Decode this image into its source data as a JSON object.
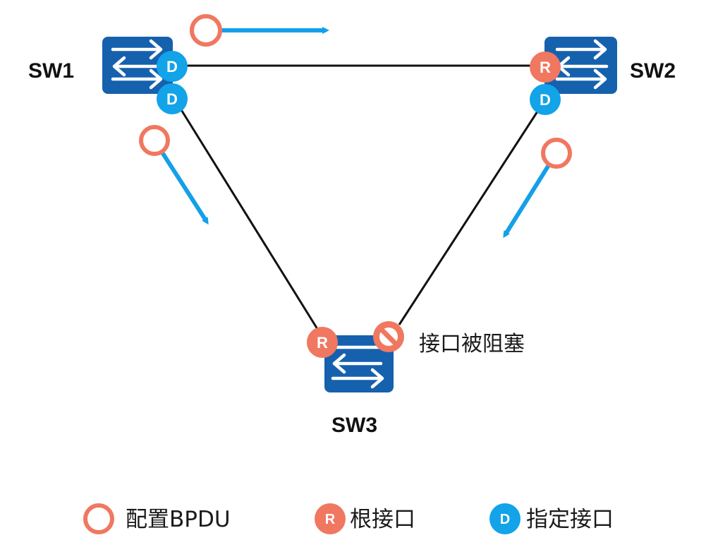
{
  "colors": {
    "switch_fill": "#1561ae",
    "root_port": "#f07860",
    "designated_port": "#12a3e8",
    "bpdu_ring": "#f07860",
    "bpdu_arrow": "#14a0e8",
    "link": "#111111"
  },
  "switches": [
    {
      "id": "sw1",
      "label": "SW1"
    },
    {
      "id": "sw2",
      "label": "SW2"
    },
    {
      "id": "sw3",
      "label": "SW3"
    }
  ],
  "ports": {
    "sw1_to_sw2": {
      "role": "designated",
      "letter": "D"
    },
    "sw1_to_sw3": {
      "role": "designated",
      "letter": "D"
    },
    "sw2_to_sw1": {
      "role": "root",
      "letter": "R"
    },
    "sw2_to_sw3": {
      "role": "designated",
      "letter": "D"
    },
    "sw3_to_sw1": {
      "role": "root",
      "letter": "R"
    },
    "sw3_to_sw2": {
      "role": "blocked",
      "icon": "blocked-icon"
    }
  },
  "links": [
    {
      "from": "SW1",
      "to": "SW2"
    },
    {
      "from": "SW1",
      "to": "SW3"
    },
    {
      "from": "SW2",
      "to": "SW3"
    }
  ],
  "bpdu_flows": [
    {
      "from": "SW1",
      "to": "SW2",
      "label": "Configuration BPDU"
    },
    {
      "from": "SW1",
      "to": "SW3",
      "label": "Configuration BPDU"
    },
    {
      "from": "SW2",
      "to": "SW3",
      "label": "Configuration BPDU"
    }
  ],
  "annotations": {
    "blocked_port": "接口被阻塞"
  },
  "legend": {
    "bpdu": {
      "icon": "bpdu-ring-icon",
      "label": "配置BPDU"
    },
    "root_port": {
      "letter": "R",
      "label": "根接口"
    },
    "designated_port": {
      "letter": "D",
      "label": "指定接口"
    }
  }
}
